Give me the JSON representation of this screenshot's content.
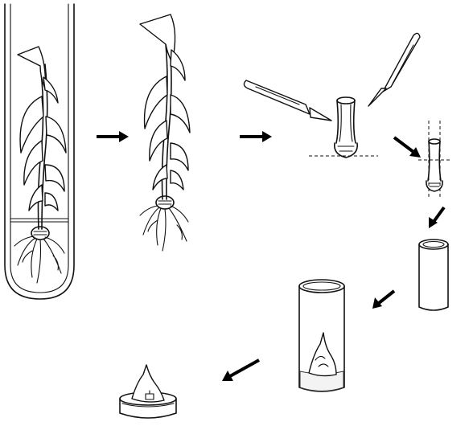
{
  "diagram": {
    "steps": [
      {
        "id": "plantlet-in-tube",
        "label": ""
      },
      {
        "id": "plantlet-removed",
        "label": ""
      },
      {
        "id": "shoot-base-excision",
        "label": ""
      },
      {
        "id": "trimmed-base",
        "label": ""
      },
      {
        "id": "tissue-cylinder",
        "label": ""
      },
      {
        "id": "explant-on-medium-tube",
        "label": ""
      },
      {
        "id": "explant-on-medium-dish",
        "label": ""
      }
    ],
    "arrow_color": "#000000",
    "line_color": "#111111"
  }
}
